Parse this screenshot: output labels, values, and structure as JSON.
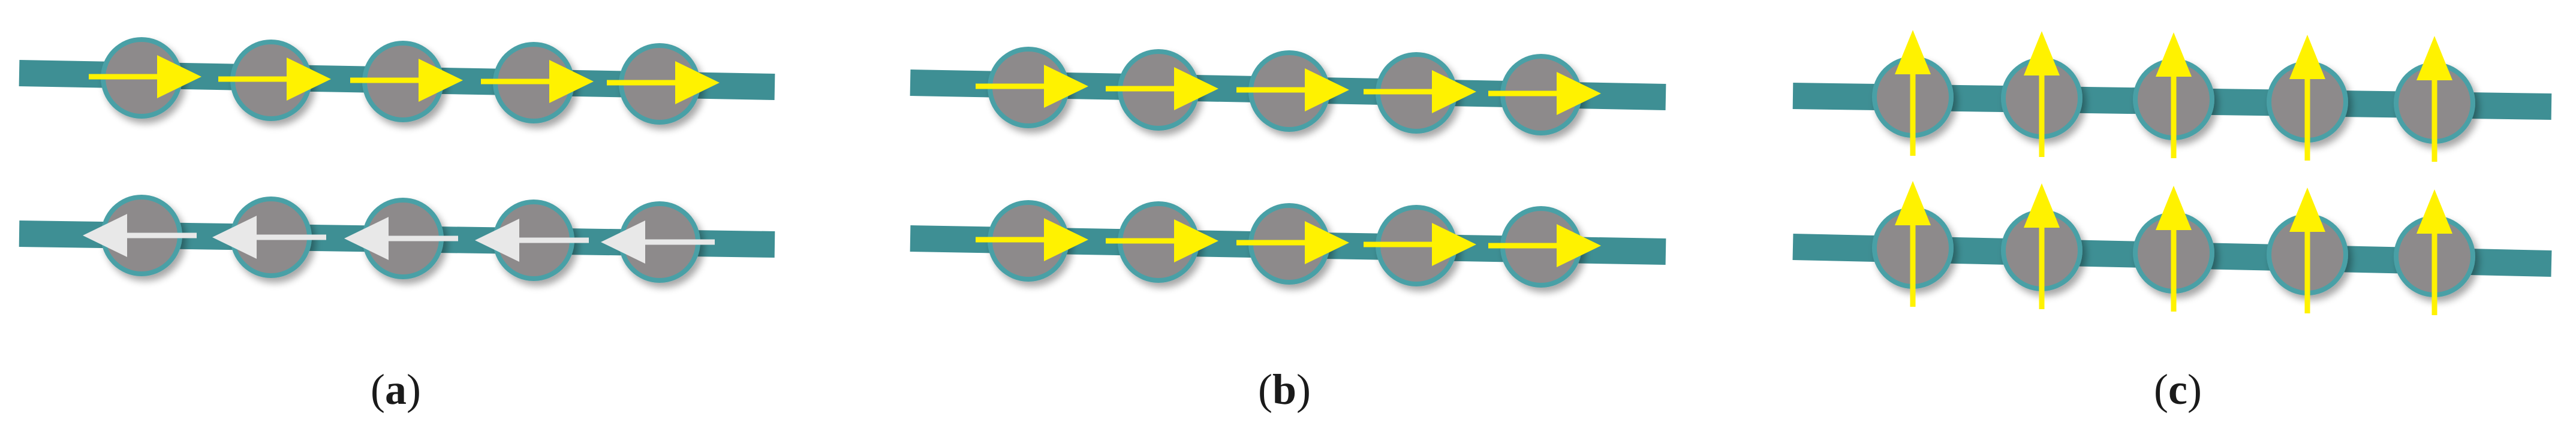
{
  "colors": {
    "chain": "#3e8f94",
    "atom_fill": "#8d8a8b",
    "atom_rim": "#4aa0a6",
    "spin_yellow": "#fff200",
    "spin_white": "#ffffff"
  },
  "panels": [
    {
      "id": "a",
      "caption": "a",
      "rows": [
        {
          "spin_direction": "right",
          "spin_color": "yellow"
        },
        {
          "spin_direction": "left",
          "spin_color": "white"
        }
      ]
    },
    {
      "id": "b",
      "caption": "b",
      "rows": [
        {
          "spin_direction": "right",
          "spin_color": "yellow"
        },
        {
          "spin_direction": "right",
          "spin_color": "yellow"
        }
      ]
    },
    {
      "id": "c",
      "caption": "c",
      "rows": [
        {
          "spin_direction": "up",
          "spin_color": "yellow"
        },
        {
          "spin_direction": "up",
          "spin_color": "yellow"
        }
      ]
    }
  ],
  "atoms_per_row": 5
}
